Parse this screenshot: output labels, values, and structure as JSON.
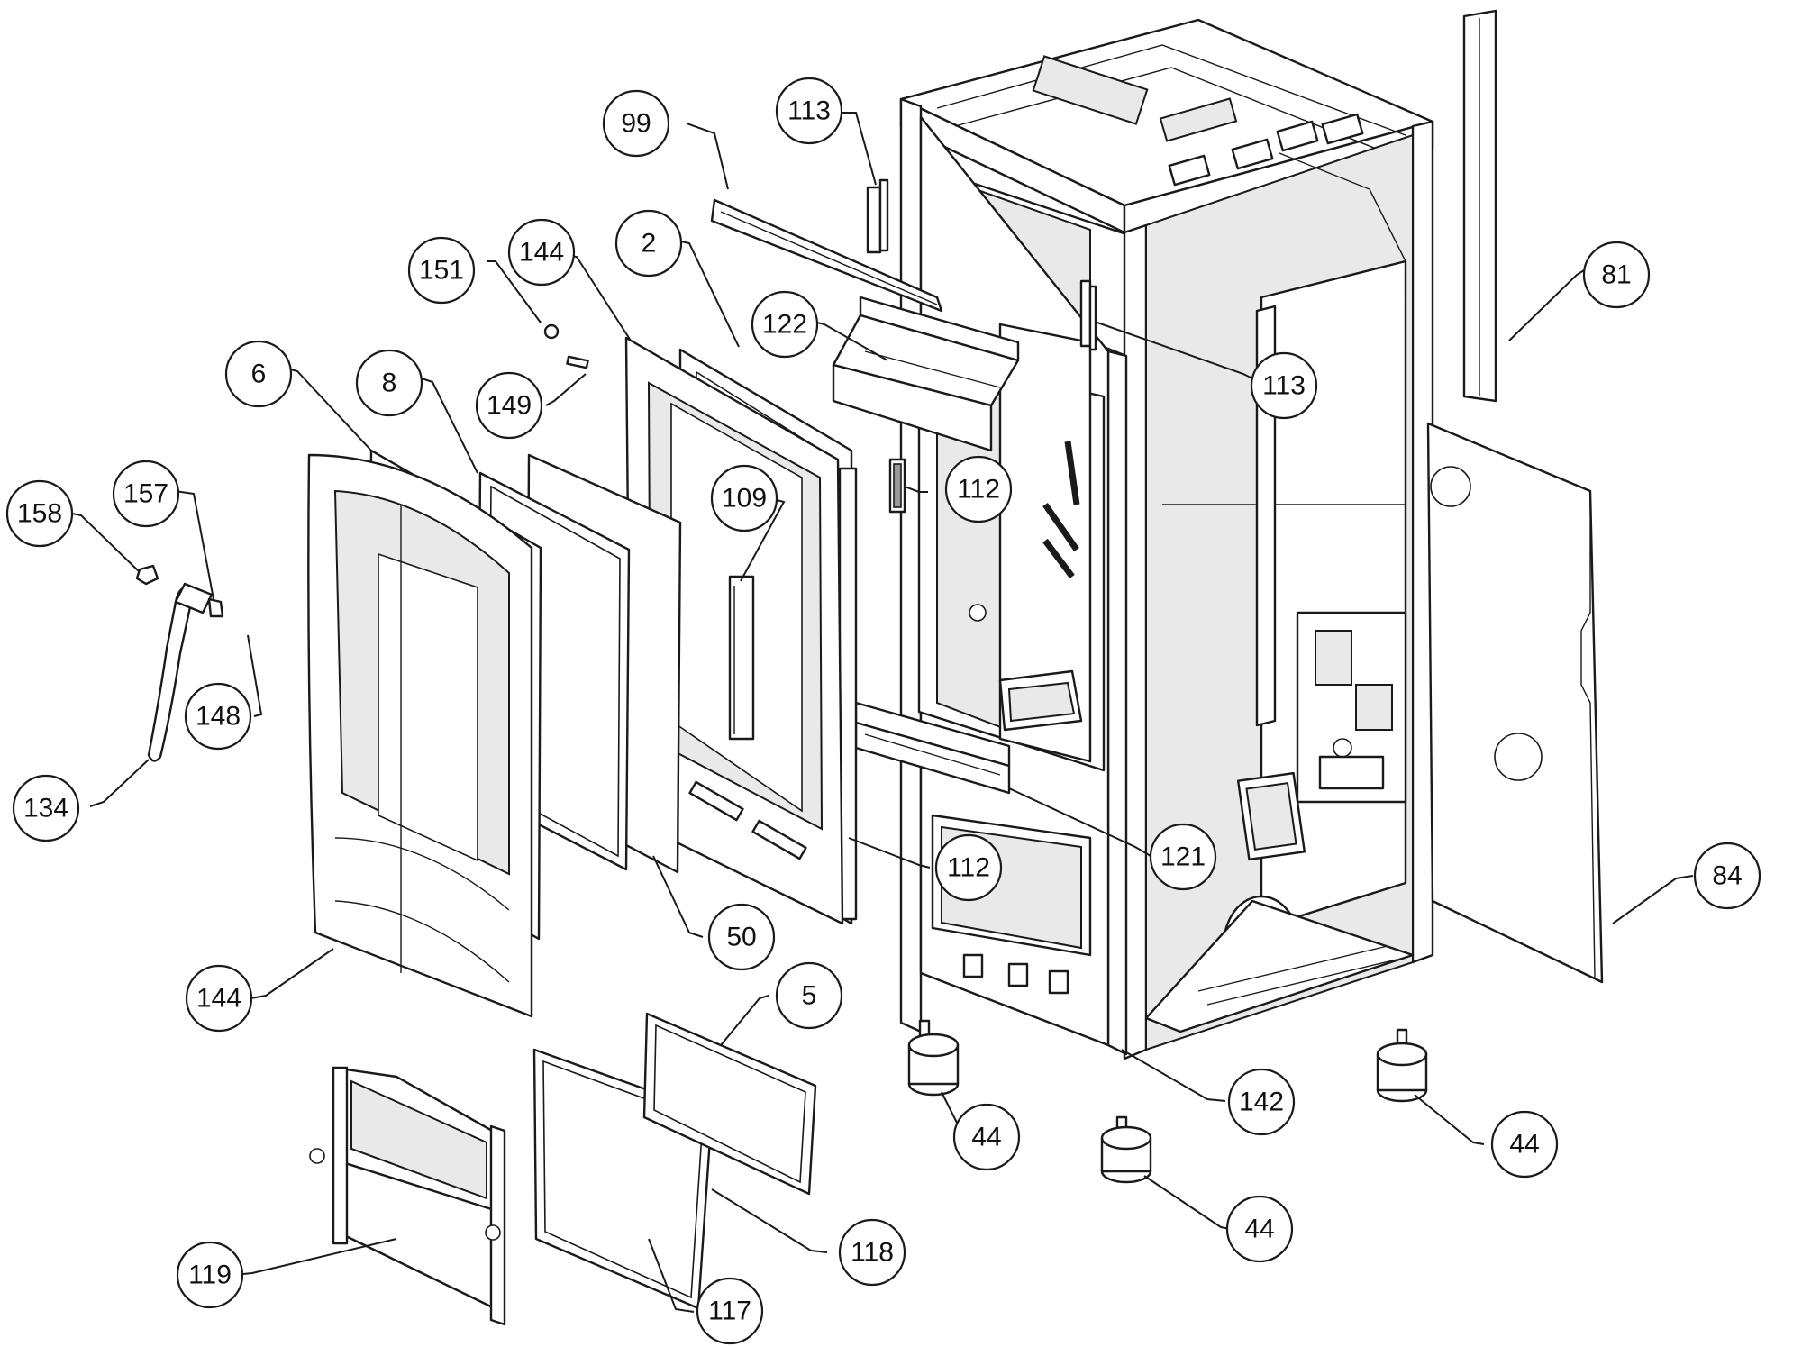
{
  "callouts": [
    {
      "id": "c-99",
      "label": "99"
    },
    {
      "id": "c-113a",
      "label": "113"
    },
    {
      "id": "c-151",
      "label": "151"
    },
    {
      "id": "c-144a",
      "label": "144"
    },
    {
      "id": "c-2",
      "label": "2"
    },
    {
      "id": "c-122",
      "label": "122"
    },
    {
      "id": "c-113b",
      "label": "113"
    },
    {
      "id": "c-81",
      "label": "81"
    },
    {
      "id": "c-6",
      "label": "6"
    },
    {
      "id": "c-8",
      "label": "8"
    },
    {
      "id": "c-149",
      "label": "149"
    },
    {
      "id": "c-158",
      "label": "158"
    },
    {
      "id": "c-157",
      "label": "157"
    },
    {
      "id": "c-109",
      "label": "109"
    },
    {
      "id": "c-112a",
      "label": "112"
    },
    {
      "id": "c-148",
      "label": "148"
    },
    {
      "id": "c-134",
      "label": "134"
    },
    {
      "id": "c-121",
      "label": "121"
    },
    {
      "id": "c-112b",
      "label": "112"
    },
    {
      "id": "c-84",
      "label": "84"
    },
    {
      "id": "c-50",
      "label": "50"
    },
    {
      "id": "c-144b",
      "label": "144"
    },
    {
      "id": "c-5",
      "label": "5"
    },
    {
      "id": "c-142",
      "label": "142"
    },
    {
      "id": "c-44a",
      "label": "44"
    },
    {
      "id": "c-44b",
      "label": "44"
    },
    {
      "id": "c-44c",
      "label": "44"
    },
    {
      "id": "c-118",
      "label": "118"
    },
    {
      "id": "c-119",
      "label": "119"
    },
    {
      "id": "c-117",
      "label": "117"
    }
  ]
}
